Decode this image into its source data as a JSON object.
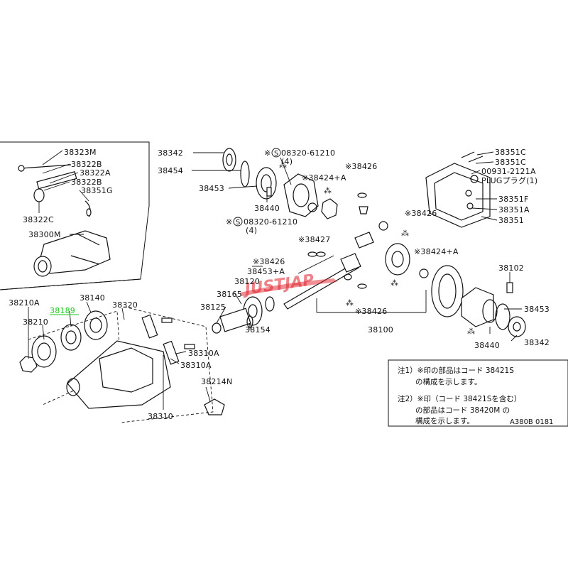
{
  "diagram": {
    "reference_code": "A380B 0181",
    "watermark": "JUSTJAP",
    "highlight_color": "#18c918",
    "labels": {
      "p38323M": "38323M",
      "p38322B_1": "38322B",
      "p38322A": "38322A",
      "p38322B_2": "38322B",
      "p38351G": "38351G",
      "p38322C": "38322C",
      "p38300M": "38300M",
      "p38342_top": "38342",
      "p38454": "38454",
      "p38453_top": "38453",
      "p38440_top": "38440",
      "bolt_08320_a": "08320-61210",
      "bolt_qty_a": "(4)",
      "bolt_08320_b": "08320-61210",
      "bolt_qty_b": "(4)",
      "p38424A_top": "※38424+A",
      "p38426_a": "※38426",
      "p38426_b": "※38426",
      "p38427": "※38427",
      "p38426_c": "※38426",
      "p38424A_mid": "※38424+A",
      "p38453A": "38453+A",
      "p38120": "38120",
      "p38165": "38165",
      "p38125": "38125",
      "p38154": "38154",
      "p38426_d": "※38426",
      "p38100": "38100",
      "p38351C_1": "38351C",
      "p38351C_2": "38351C",
      "p00931": "00931-2121A",
      "plug": "PLUGプラグ(1)",
      "p38351F": "38351F",
      "p38351A": "38351A",
      "p38351": "38351",
      "p38102": "38102",
      "p38453_right": "38453",
      "p38440_right": "38440",
      "p38342_right": "38342",
      "p38210A": "38210A",
      "p38189": "38189",
      "p38140": "38140",
      "p38320": "38320",
      "p38210": "38210",
      "p38310A_1": "38310A",
      "p38310A_2": "38310A",
      "p38214N": "38214N",
      "p38310": "38310"
    },
    "notes": {
      "note1_line1": "注1）※印の部品はコード 38421S",
      "note1_line2": "の構成を示します。",
      "note2_line1": "注2）※印（コード 38421Sを含む）",
      "note2_line2": "の部品はコード 38420M の",
      "note2_line3": "構成を示します。"
    }
  }
}
